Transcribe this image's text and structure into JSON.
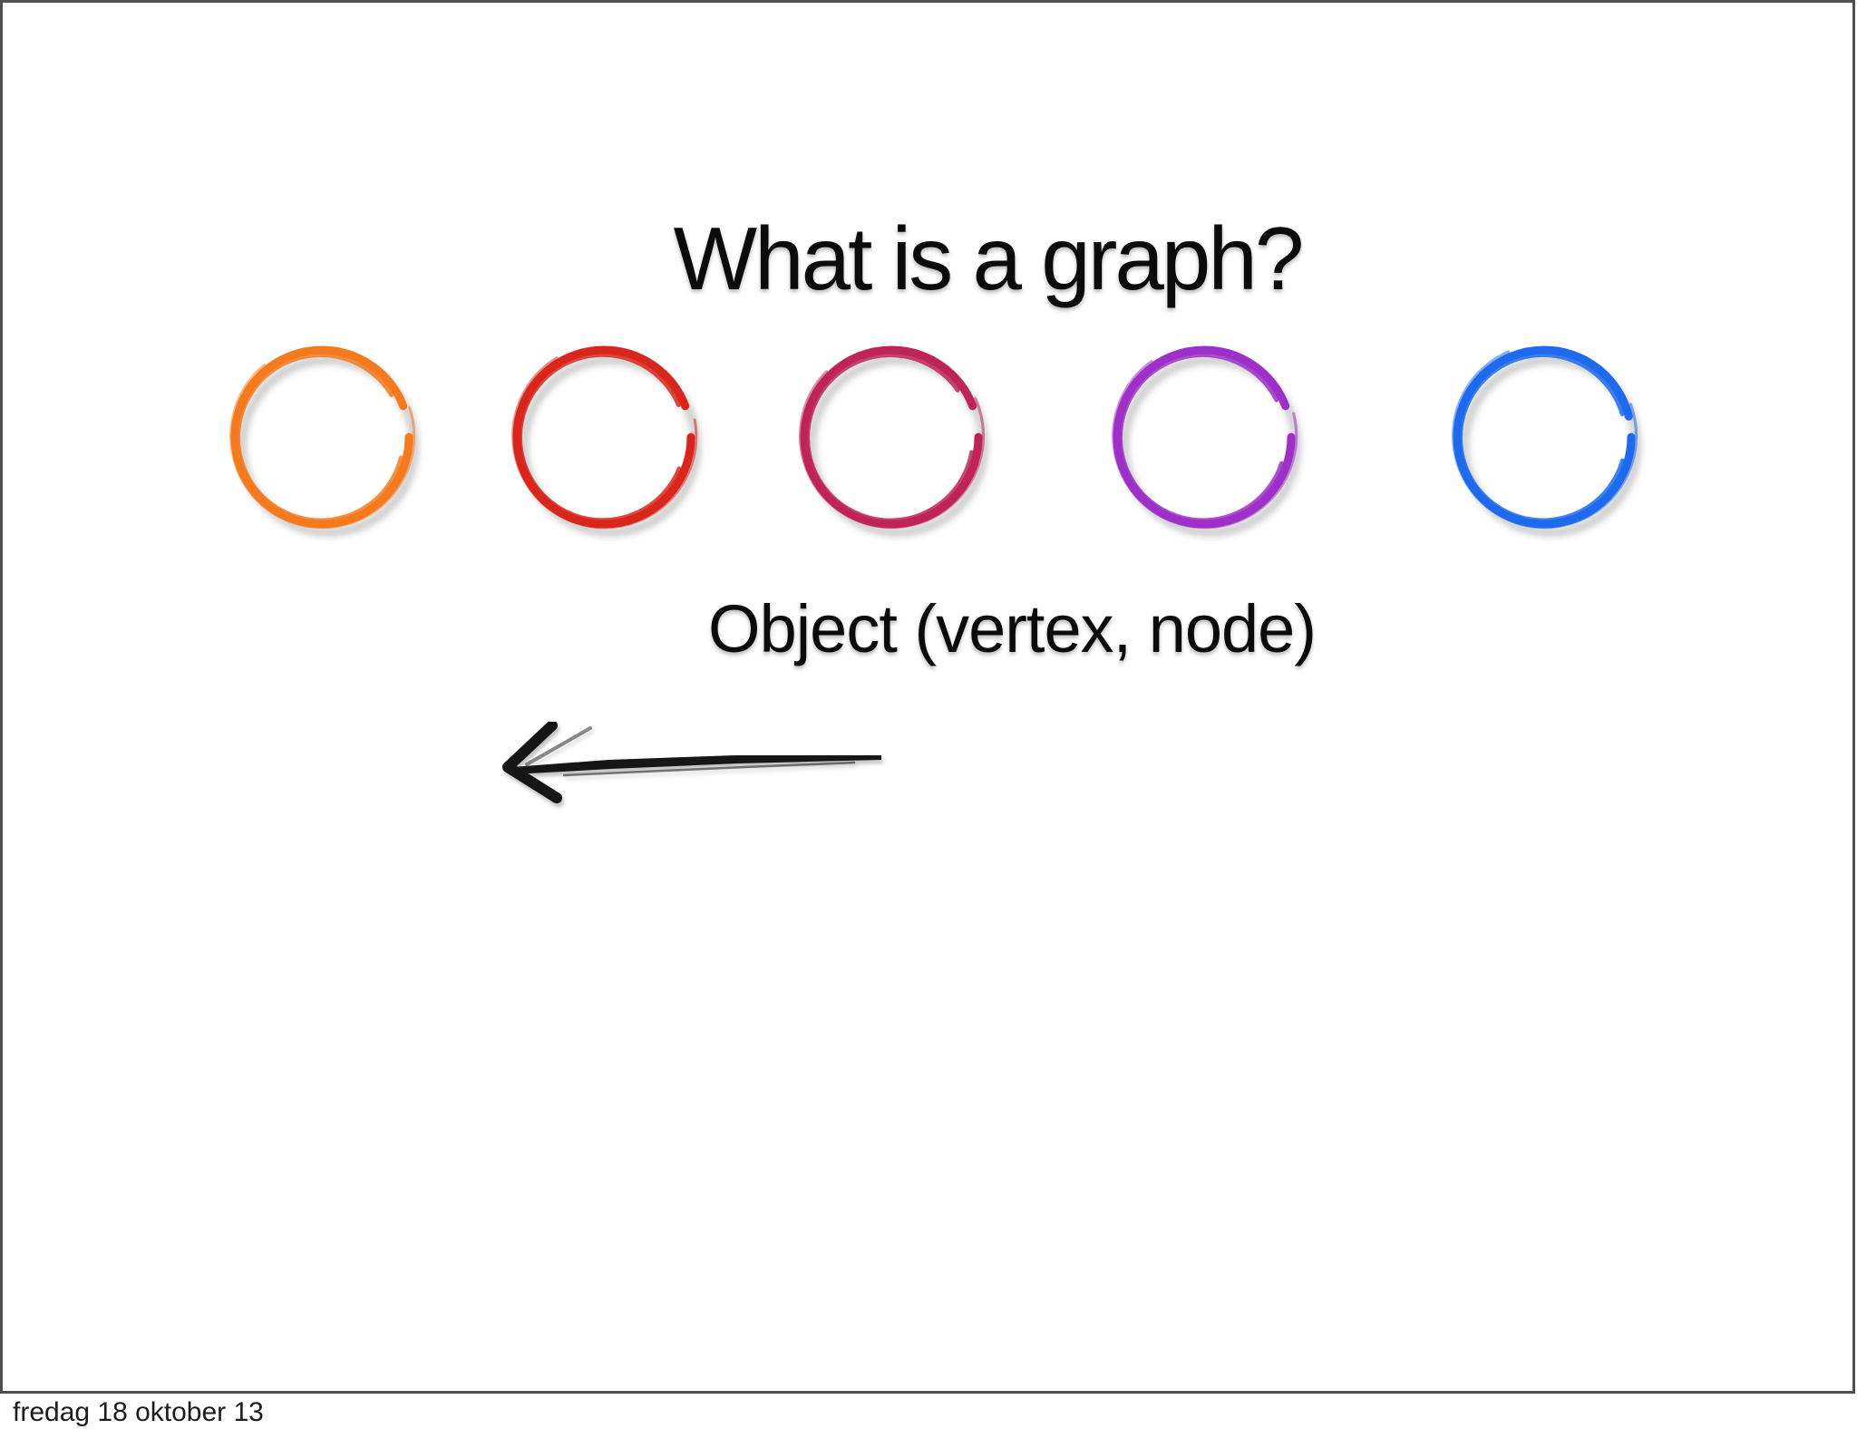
{
  "slide": {
    "title": "What is a graph?",
    "caption": "Object (vertex, node)",
    "node_colors": [
      "#F57A1E",
      "#D9261C",
      "#BF2458",
      "#9E2FC8",
      "#1D6AEF"
    ],
    "arrow_color": "#161616",
    "frame_color": "#4f4f4f"
  },
  "footer": {
    "date": "fredag 18 oktober 13"
  }
}
